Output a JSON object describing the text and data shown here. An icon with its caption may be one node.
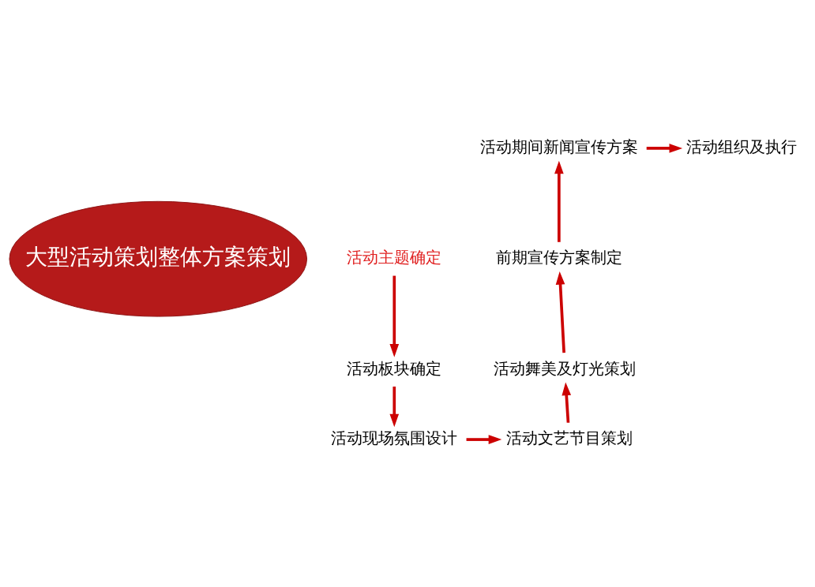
{
  "diagram": {
    "nodes": [
      {
        "text": [
          "大型活动策划整体方案策划"
        ]
      },
      {
        "text": [
          "活动主题确定"
        ]
      },
      {
        "text": [
          "活动板块确定"
        ]
      },
      {
        "text": [
          "活动现场氛围设计"
        ]
      },
      {
        "text": [
          "活动文艺节目策划"
        ]
      },
      {
        "text": [
          "活动舞美及灯光策划"
        ]
      },
      {
        "text": [
          "前期宣传方案制定"
        ]
      },
      {
        "text": [
          "活动期间新闻宣传方案"
        ]
      },
      {
        "text": [
          "活动组织及执行"
        ]
      }
    ],
    "edges": [
      {
        "from": 1,
        "to": 2,
        "arrow": "to"
      },
      {
        "from": 2,
        "to": 3,
        "arrow": "to"
      },
      {
        "from": 3,
        "to": 4,
        "arrow": "to"
      },
      {
        "from": 4,
        "to": 5,
        "arrow": "to"
      },
      {
        "from": 5,
        "to": 6,
        "arrow": "to"
      },
      {
        "from": 6,
        "to": 7,
        "arrow": "to"
      },
      {
        "from": 7,
        "to": 8,
        "arrow": "to"
      }
    ]
  }
}
